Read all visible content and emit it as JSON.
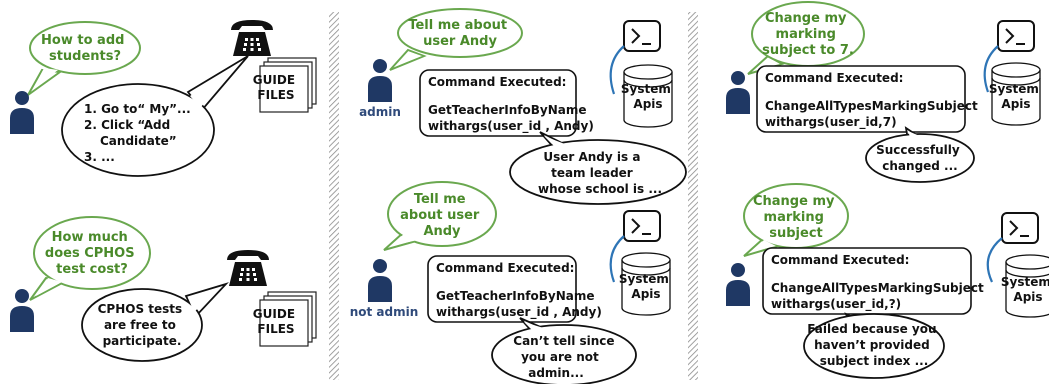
{
  "colors": {
    "user_bubble_text": "#4a8a2a",
    "user_bubble_border": "#6aa84f",
    "person": "#1f3864",
    "role_label": "#2f4a7a",
    "divider_hatch": "#888888",
    "apis_connector": "#2e75b6"
  },
  "icons": [
    "phone-icon",
    "document-stack-icon",
    "terminal-icon",
    "database-icon",
    "person-icon"
  ],
  "panel1": {
    "top": {
      "user_question": [
        "How to add",
        "students?"
      ],
      "guide_label": [
        "GUIDE",
        "FILES"
      ],
      "answer_lines": [
        "1. Go to“ My”...",
        "2. Click “Add",
        "Candidate”",
        "3. ..."
      ]
    },
    "bottom": {
      "user_question": [
        "How much",
        "does CPHOS",
        "test cost?"
      ],
      "guide_label": [
        "GUIDE",
        "FILES"
      ],
      "answer_lines": [
        "CPHOS tests",
        "are free to",
        "participate."
      ]
    }
  },
  "panel2": {
    "top": {
      "user_question": [
        "Tell me about",
        "user Andy"
      ],
      "role": "admin",
      "command_title": "Command Executed:",
      "command_lines": [
        "GetTeacherInfoByName",
        "withargs(user_id , Andy)"
      ],
      "apis_label": [
        "System",
        "Apis"
      ],
      "answer_lines": [
        "User Andy is a",
        "team leader",
        "whose school is ..."
      ]
    },
    "bottom": {
      "user_question": [
        "Tell me",
        "about user",
        "Andy"
      ],
      "role": "not admin",
      "command_title": "Command Executed:",
      "command_lines": [
        "GetTeacherInfoByName",
        "withargs(user_id , Andy)"
      ],
      "apis_label": [
        "System",
        "Apis"
      ],
      "answer_lines": [
        "Can’t tell since",
        "you are not",
        "admin..."
      ]
    }
  },
  "panel3": {
    "top": {
      "user_question": [
        "Change my",
        "marking",
        "subject to 7."
      ],
      "command_title": "Command Executed:",
      "command_lines": [
        "ChangeAllTypesMarkingSubject",
        "withargs(user_id,7)"
      ],
      "apis_label": [
        "System",
        "Apis"
      ],
      "answer_lines": [
        "Successfully",
        "changed ..."
      ]
    },
    "bottom": {
      "user_question": [
        "Change my",
        "marking",
        "subject"
      ],
      "command_title": "Command Executed:",
      "command_lines": [
        "ChangeAllTypesMarkingSubject",
        "withargs(user_id,?)"
      ],
      "apis_label": [
        "System",
        "Apis"
      ],
      "answer_lines": [
        "Failed because you",
        "haven’t provided",
        "subject index ..."
      ]
    }
  }
}
